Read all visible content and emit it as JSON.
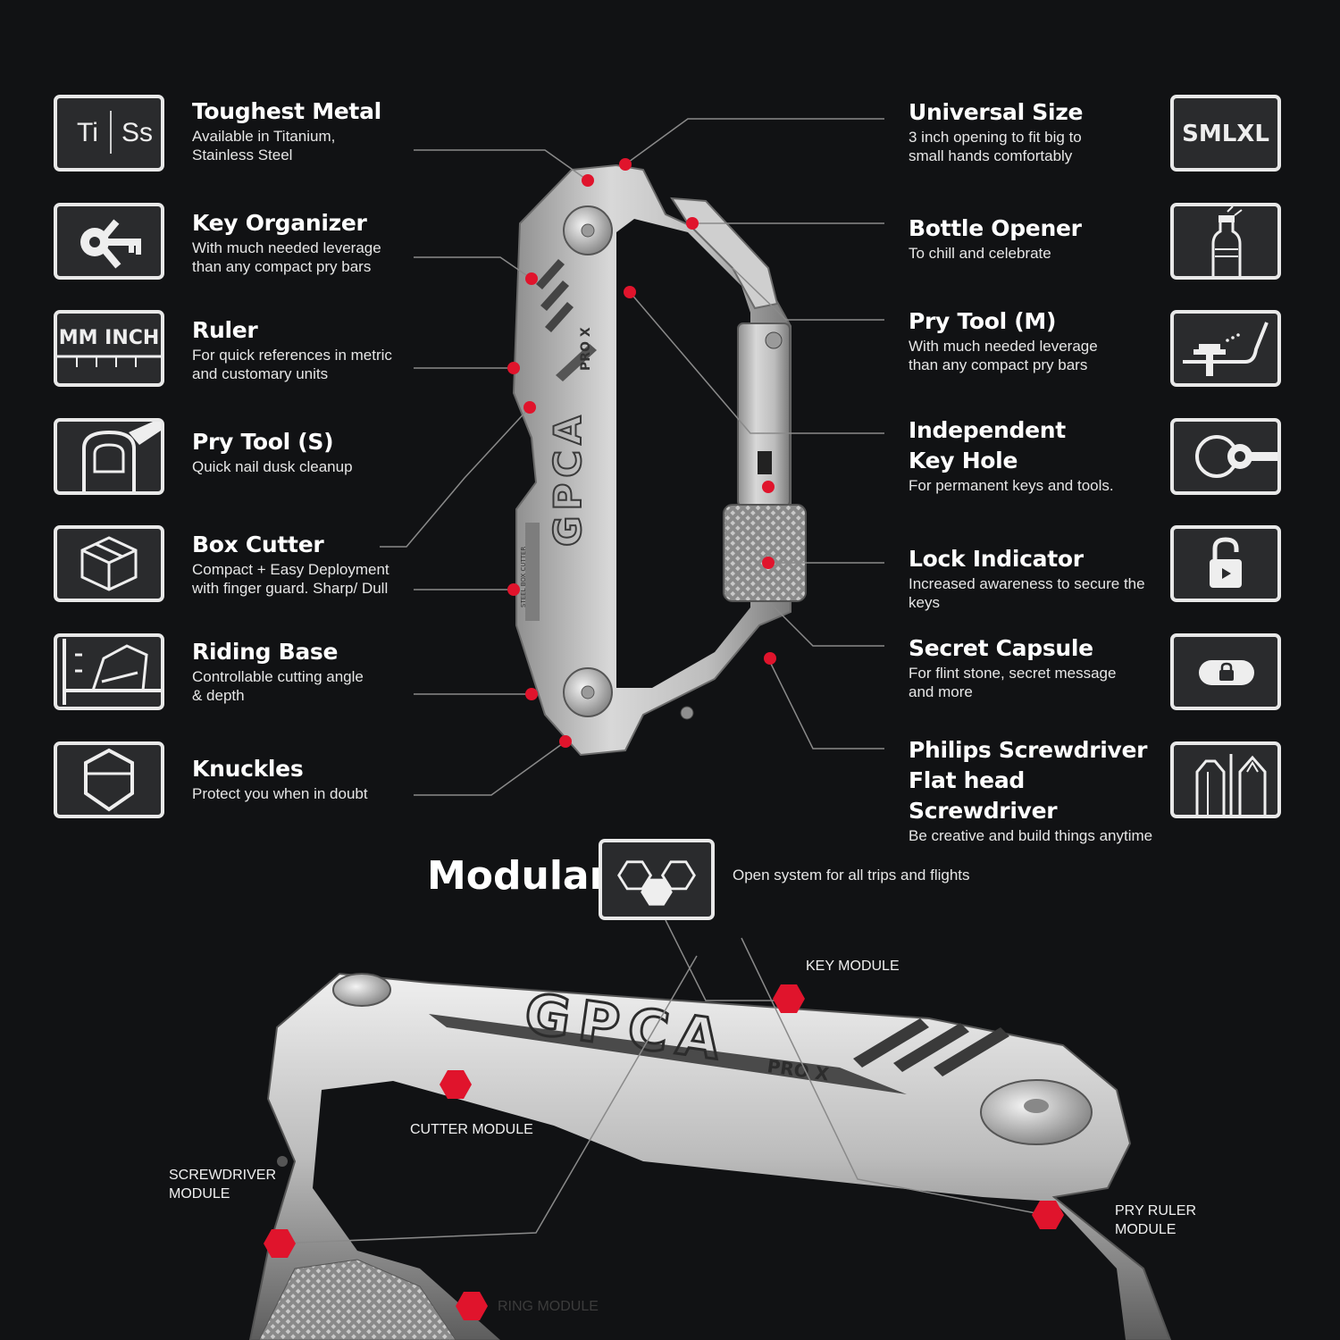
{
  "left_features": [
    {
      "title": "Toughest Metal",
      "desc": [
        "Available in Titanium,",
        "Stainless Steel"
      ],
      "icon": "ti-ss-icon",
      "icon_text": [
        "Ti",
        "Ss"
      ]
    },
    {
      "title": "Key Organizer",
      "desc": [
        "With much needed leverage",
        "than any compact pry bars"
      ],
      "icon": "keys-icon"
    },
    {
      "title": "Ruler",
      "desc": [
        "For quick references in metric",
        "and customary units"
      ],
      "icon": "ruler-icon",
      "icon_text": [
        "MM INCH"
      ]
    },
    {
      "title": "Pry Tool (S)",
      "desc": [
        "Quick nail dusk cleanup"
      ],
      "icon": "nail-pry-icon"
    },
    {
      "title": "Box Cutter",
      "desc": [
        "Compact + Easy Deployment",
        "with finger guard. Sharp/ Dull"
      ],
      "icon": "box-icon"
    },
    {
      "title": "Riding Base",
      "desc": [
        "Controllable cutting angle",
        "& depth"
      ],
      "icon": "riding-base-icon"
    },
    {
      "title": "Knuckles",
      "desc": [
        "Protect you when in doubt"
      ],
      "icon": "shield-icon"
    }
  ],
  "right_features": [
    {
      "title": [
        "Universal Size"
      ],
      "desc": [
        "3 inch opening to fit big to",
        "small hands comfortably"
      ],
      "icon": "size-icon",
      "icon_text": [
        "SMLXL"
      ]
    },
    {
      "title": [
        "Bottle Opener"
      ],
      "desc": [
        "To chill and celebrate"
      ],
      "icon": "bottle-icon"
    },
    {
      "title": [
        "Pry Tool (M)"
      ],
      "desc": [
        "With much needed leverage",
        "than any compact pry bars"
      ],
      "icon": "pry-bar-icon"
    },
    {
      "title": [
        "Independent",
        "Key Hole"
      ],
      "desc": [
        "For permanent keys and tools."
      ],
      "icon": "key-hole-icon"
    },
    {
      "title": [
        "Lock Indicator"
      ],
      "desc": [
        "Increased awareness to secure the keys"
      ],
      "icon": "lock-icon"
    },
    {
      "title": [
        "Secret Capsule"
      ],
      "desc": [
        "For flint stone, secret message",
        "and more"
      ],
      "icon": "capsule-icon"
    },
    {
      "title": [
        "Philips Screwdriver",
        "Flat head Screwdriver"
      ],
      "desc": [
        "Be creative and build things anytime"
      ],
      "icon": "screwdriver-icon"
    }
  ],
  "modular": {
    "title": "Modular",
    "desc": "Open system for all trips and flights",
    "icon": "hexagon-modules-icon"
  },
  "product": {
    "brand": "GPCA",
    "model": "PRO X",
    "blade_text": "STEEL BOX CUTTER"
  },
  "modules": {
    "key": "KEY  MODULE",
    "cutter": "CUTTER MODULE",
    "screwdriver": [
      "SCREWDRIVER",
      "MODULE"
    ],
    "pry_ruler": [
      "PRY RULER",
      "MODULE"
    ],
    "ring": "RING MODULE"
  },
  "colors": {
    "background": "#111214",
    "accent_red": "#e0142c",
    "icon_border": "#e8e8e8",
    "metal_light": "#d9d9d9",
    "metal_dark": "#7b7b7b"
  }
}
